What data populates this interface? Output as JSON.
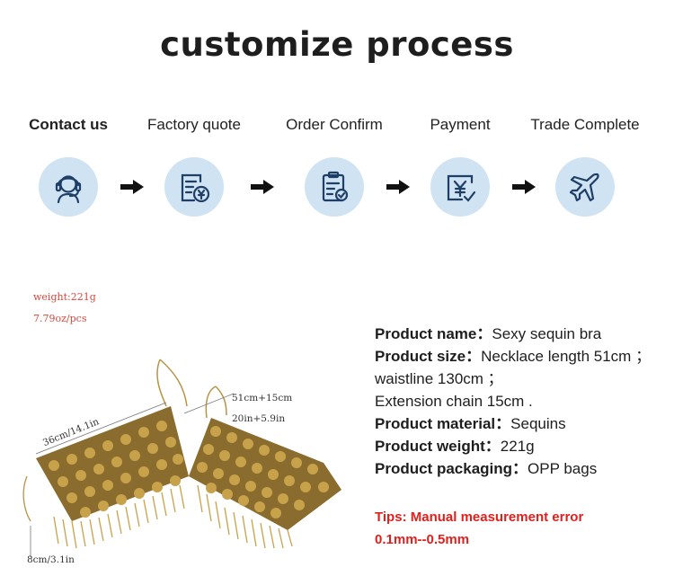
{
  "header": {
    "title": "customize process"
  },
  "steps": [
    {
      "label": "Contact us",
      "icon": "customer-service-icon"
    },
    {
      "label": "Factory quote",
      "icon": "quote-document-icon"
    },
    {
      "label": "Order Confirm",
      "icon": "clipboard-check-icon"
    },
    {
      "label": "Payment",
      "icon": "payment-yen-icon"
    },
    {
      "label": "Trade Complete",
      "icon": "airplane-icon"
    }
  ],
  "colors": {
    "circle_bg": "#cfe3f3",
    "icon_stroke": "#1f3f66",
    "arrow": "#111111",
    "accent_red": "#e0201c",
    "gold": "#c8a24a"
  },
  "product_image": {
    "weight_g": "weight:221g",
    "weight_oz": "7.79oz/pcs",
    "necklace_cm": "51cm+15cm",
    "necklace_in": "20in+5.9in",
    "width": "36cm/14.1in",
    "tassel": "8cm/3.1in"
  },
  "product_info": {
    "name": {
      "label": "Product name：",
      "value": "Sexy sequin bra"
    },
    "size": {
      "label": "Product size：",
      "value": "Necklace length 51cm ；"
    },
    "size_line2": "waistline 130cm ；",
    "size_line3": "Extension chain  15cm .",
    "material": {
      "label": "Product material：",
      "value": "Sequins"
    },
    "weight": {
      "label": "Product weight：",
      "value": "221g"
    },
    "packaging": {
      "label": "Product packaging：",
      "value": "OPP bags"
    }
  },
  "tips": {
    "line1": "Tips:  Manual measurement error",
    "line2": "0.1mm--0.5mm"
  }
}
